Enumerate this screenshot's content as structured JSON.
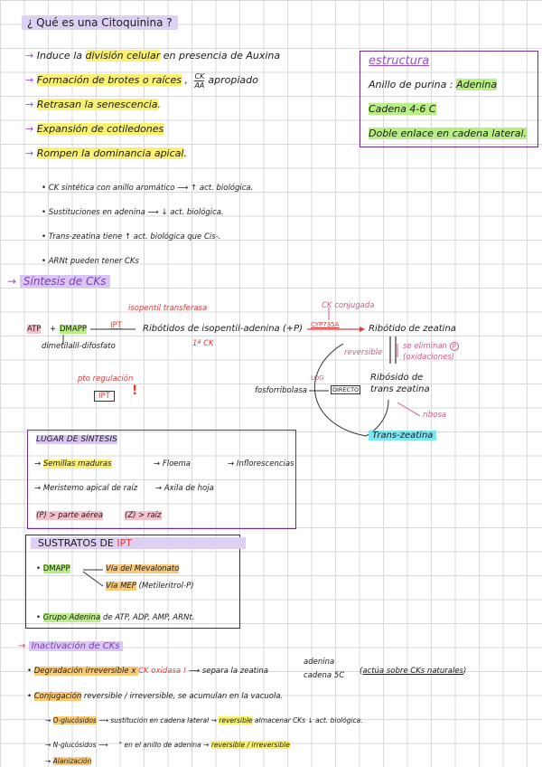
{
  "title": "¿ Qué es una Citoquinina ?",
  "intro": {
    "items": [
      {
        "pre": "Induce la ",
        "hl": "división celular",
        "post": " en presencia de Auxina"
      },
      {
        "pre": "",
        "hl": "Formación de brotes o raíces",
        "post": " ,"
      },
      {
        "pre": "",
        "hl": "Retrasan la senescencia",
        "post": "."
      },
      {
        "pre": "",
        "hl": "Expansión de cotiledones",
        "post": ""
      },
      {
        "pre": "",
        "hl": "Rompen la dominancia apical",
        "post": "."
      }
    ],
    "ratio_num": "CK",
    "ratio_den": "AA",
    "ratio_text": "apropiado"
  },
  "estructura": {
    "title": "estructura",
    "line1_pre": "Anillo de purina : ",
    "line1_hl": "Adenina",
    "line2": "Cadena 4-6 C",
    "line3": "Doble enlace en cadena lateral."
  },
  "notes": [
    "CK sintética con anillo aromático ⟶ ↑ act. biológica.",
    "Sustituciones en adenina ⟶ ↓ act. biológica.",
    "Trans-zeatina tiene ↑ act. biológica que Cis-.",
    "ARNt pueden tener CKs"
  ],
  "sintesis": {
    "title": "Síntesis de CKs",
    "atp": "ATP",
    "plus": "+",
    "dmapp": "DMAPP",
    "dmapp_full": "dimetilalil-difosfato",
    "ipt": "IPT",
    "isopentil": "isopentil transferasa",
    "ribotidos": "Ribótidos de isopentil-adenina (+P)",
    "first_ck": "1ª CK",
    "ck_conjugada": "CK conjugada",
    "cyp735a": "CYP735A",
    "ribotido_zeatina": "Ribótido de zeatina",
    "reversible": "reversible",
    "se_eliminan": "se eliminan",
    "p_symbol": "P",
    "oxidaciones": "(oxidaciones)",
    "ribosido": "Ribósido de",
    "trans_zeatina_lower": "trans zeatina",
    "log": "LOG",
    "directo": "DIRECTO",
    "fosforribolasa": "fosforribolasa",
    "ribosa": "ribosa",
    "trans_zeatina": "Trans-zeatina",
    "pto_regulacion": "pto regulación",
    "ipt_box": "IPT",
    "excl": "!"
  },
  "lugar": {
    "title": "LUGAR DE SÍNTESIS",
    "items": [
      "Semillas maduras",
      "Floema",
      "Inflorescencias",
      "Meristemo apical de raíz",
      "Axila de hoja"
    ],
    "p_parte": "(P) > parte aérea",
    "z_raiz": "(Z) > raíz"
  },
  "sustratos": {
    "title_pre": "SUSTRATOS DE ",
    "title_hl": "IPT",
    "dmapp": "DMAPP",
    "via1": "Vía del Mevalonato",
    "via2": "Vía MEP",
    "via2_post": "(Metileritrol-P)",
    "grupo_hl": "Grupo Adenina",
    "grupo_post": " de ATP, ADP, AMP, ARNt."
  },
  "inactivacion": {
    "title": "Inactivación de CKs",
    "line1_pre": "Degradación irreversible x ",
    "line1_hl": "CK oxidasa",
    "line1_post": " separa la zeatina",
    "adenina": "adenina",
    "cadena": "cadena 5C",
    "paren_pre": "(",
    "paren_hl": "actúa sobre CKs naturales",
    "paren_post": ")",
    "line2_pre": "Conjugación",
    "line2_post": " reversible / irreversible, se acumulan en la vacuola.",
    "o_gluc": "O-glucósidos",
    "o_gluc_post": " sustitución en cadena lateral",
    "o_gluc_rev": "reversible",
    "o_gluc_end": " almacenar CKs ↓ act. biológica.",
    "n_gluc": "N-glucósidos",
    "n_gluc_mid": "\"",
    "n_gluc_post": " en el anillo de adenina",
    "n_gluc_rev": "reversible / irreversible",
    "alanizacion": "Alanización"
  },
  "colors": {
    "purple": "#9b4dd0",
    "red": "#e03c3c",
    "pink": "#d05a8a",
    "grid": "#d9d9d9"
  }
}
